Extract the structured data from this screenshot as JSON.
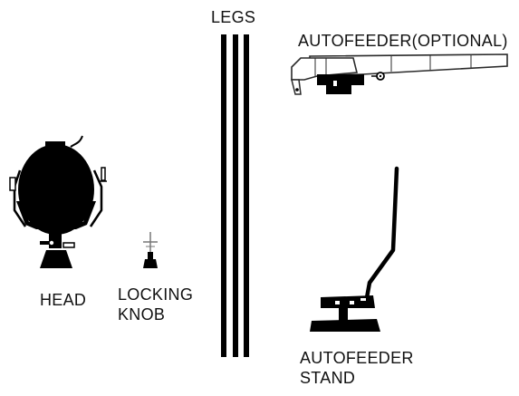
{
  "colors": {
    "ink": "#000000",
    "text": "#111111",
    "outline": "#2a2a2a",
    "metal": "#9a9a9a",
    "background": "#ffffff"
  },
  "parts": {
    "head": {
      "label": "HEAD",
      "icon": "spotlight-head-icon"
    },
    "locking_knob": {
      "label_line1": "LOCKING",
      "label_line2": "KNOB",
      "icon": "locking-knob-icon"
    },
    "legs": {
      "label": "LEGS",
      "icon": "legs-icon",
      "count": 3
    },
    "autofeeder": {
      "label": "AUTOFEEDER(OPTIONAL)",
      "icon": "autofeeder-arm-icon"
    },
    "autofeeder_stand": {
      "label_line1": "AUTOFEEDER",
      "label_line2": "STAND",
      "icon": "autofeeder-stand-icon"
    }
  }
}
